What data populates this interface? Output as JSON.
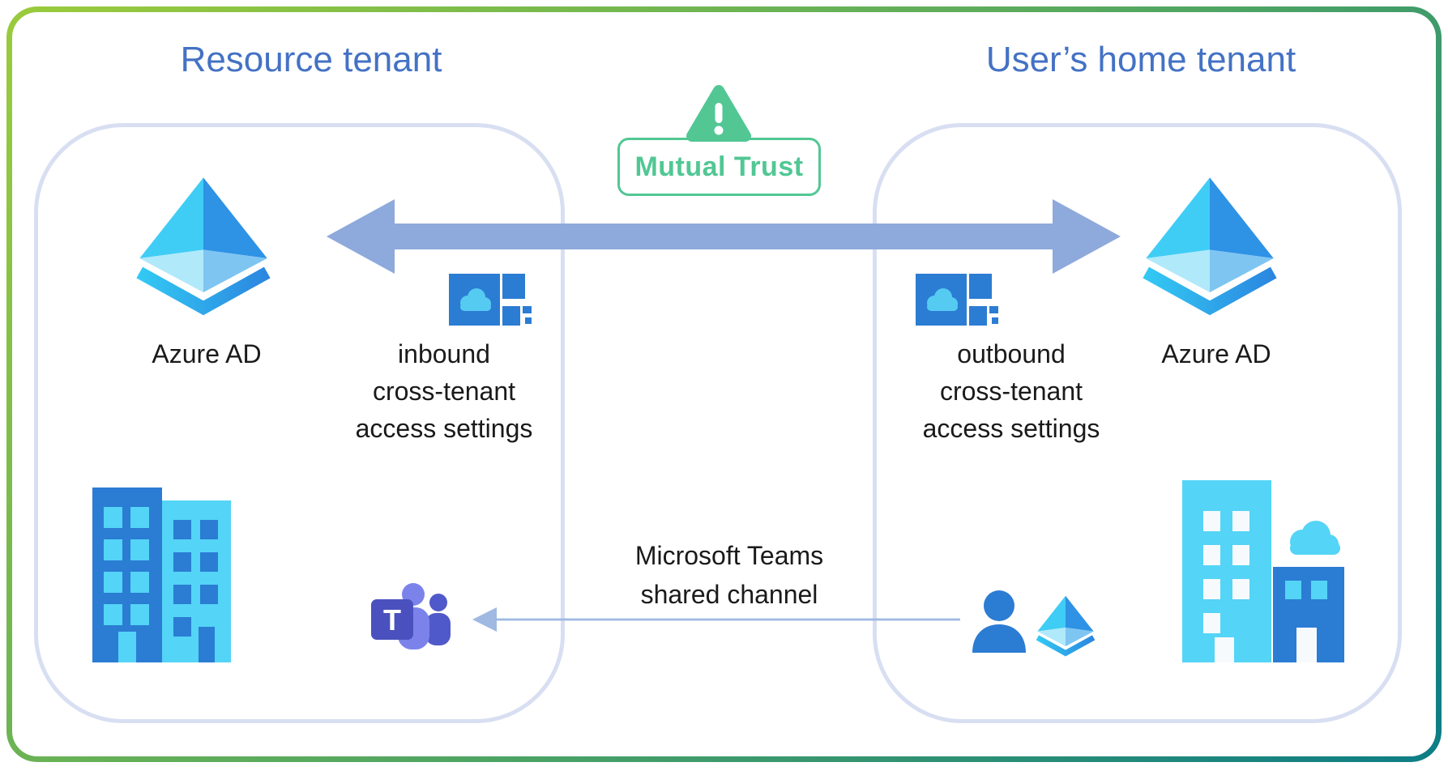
{
  "left_tenant": {
    "title": "Resource tenant",
    "azure_ad_label": "Azure AD",
    "settings": {
      "line1": "inbound",
      "line2": "cross-tenant",
      "line3": "access settings"
    }
  },
  "right_tenant": {
    "title": "User’s home tenant",
    "azure_ad_label": "Azure AD",
    "settings": {
      "line1": "outbound",
      "line2": "cross-tenant",
      "line3": "access settings"
    }
  },
  "trust_badge": {
    "label": "Mutual Trust"
  },
  "teams_channel": {
    "line1": "Microsoft Teams",
    "line2": "shared channel"
  },
  "icons": {
    "teams_t": "T",
    "warning_triangle": "warning-triangle-icon",
    "azure_ad": "azure-ad-pyramid-icon",
    "cross_tenant_settings": "cloud-tiles-icon",
    "teams": "microsoft-teams-icon",
    "user": "person-icon",
    "building": "office-building-icon"
  },
  "colors": {
    "title_blue": "#4472C4",
    "badge_green": "#52C794",
    "container_border": "#D9DFF2",
    "double_arrow": "#8EA9DB",
    "thin_arrow": "#9FB9E2",
    "ms_blue": "#2B7CD3",
    "cyan": "#54D4F6",
    "teams_purple": "#4A51BE",
    "frame_gradient_start": "#9BCB3C",
    "frame_gradient_end": "#0D7D86",
    "label_text": "#1A1A1A"
  }
}
